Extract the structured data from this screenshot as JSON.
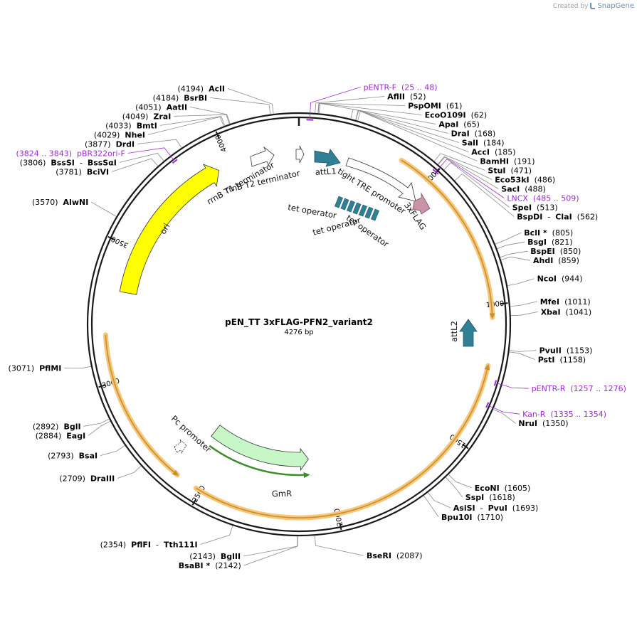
{
  "credit": {
    "prefix": "Created by",
    "brand": "SnapGene"
  },
  "plasmid": {
    "name": "pEN_TT 3xFLAG-PFN2_variant2",
    "length_text": "4276 bp",
    "length": 4276
  },
  "colors": {
    "ring": "#1a1a1a",
    "label": "#000000",
    "primer": "#9d2bd1",
    "leader_line": "#8a8a8a",
    "orange_glow": "#f6c77a",
    "orange_core": "#c98f2e",
    "ori": "#ffff00",
    "attL": "#2f7f95",
    "flag": "#c994a9",
    "tet_operator": "#2f7f95",
    "gmr": "#c7f7c7",
    "gmr_strand": "#3c8c2c"
  },
  "ticks": [
    {
      "label": "500",
      "pos": 500
    },
    {
      "label": "1000",
      "pos": 1000
    },
    {
      "label": "1500",
      "pos": 1500
    },
    {
      "label": "2000",
      "pos": 2000
    },
    {
      "label": "2500",
      "pos": 2500
    },
    {
      "label": "3000",
      "pos": 3000
    },
    {
      "label": "3500",
      "pos": 3500
    },
    {
      "label": "4000",
      "pos": 4000
    }
  ],
  "site_labels": [
    {
      "text": [
        {
          "t": "pENTR-F",
          "b": 1
        },
        {
          "t": "  (25 .. 48)"
        }
      ],
      "type": "primer",
      "pos": 36
    },
    {
      "text": [
        {
          "t": "AflII",
          "b": 1
        },
        {
          "t": "  (52)"
        }
      ],
      "pos": 52
    },
    {
      "text": [
        {
          "t": "PspOMI",
          "b": 1
        },
        {
          "t": "  (61)"
        }
      ],
      "pos": 61
    },
    {
      "text": [
        {
          "t": "EcoO109I",
          "b": 1
        },
        {
          "t": "  (62)"
        }
      ],
      "pos": 62
    },
    {
      "text": [
        {
          "t": "ApaI",
          "b": 1
        },
        {
          "t": "  (65)"
        }
      ],
      "pos": 65
    },
    {
      "text": [
        {
          "t": "DraI",
          "b": 1
        },
        {
          "t": "  (168)"
        }
      ],
      "pos": 168
    },
    {
      "text": [
        {
          "t": "SalI",
          "b": 1
        },
        {
          "t": "  (184)"
        }
      ],
      "pos": 184
    },
    {
      "text": [
        {
          "t": "AccI",
          "b": 1
        },
        {
          "t": "  (185)"
        }
      ],
      "pos": 185
    },
    {
      "text": [
        {
          "t": "BamHI",
          "b": 1
        },
        {
          "t": "  (191)"
        }
      ],
      "pos": 191
    },
    {
      "text": [
        {
          "t": "StuI",
          "b": 1
        },
        {
          "t": "  (471)"
        }
      ],
      "pos": 471
    },
    {
      "text": [
        {
          "t": "LNCX",
          "b": 1
        },
        {
          "t": "  (485 .. 509)"
        }
      ],
      "type": "primer",
      "pos": 497
    },
    {
      "text": [
        {
          "t": "Eco53kI",
          "b": 1
        },
        {
          "t": "  (486)"
        }
      ],
      "pos": 486
    },
    {
      "text": [
        {
          "t": "SacI",
          "b": 1
        },
        {
          "t": "  (488)"
        }
      ],
      "pos": 488
    },
    {
      "text": [
        {
          "t": "SpeI",
          "b": 1
        },
        {
          "t": "  (513)"
        }
      ],
      "pos": 513
    },
    {
      "text": [
        {
          "t": "BspDI",
          "b": 1
        },
        {
          "t": "  -  "
        },
        {
          "t": "ClaI",
          "b": 1
        },
        {
          "t": "  (562)"
        }
      ],
      "pos": 562
    },
    {
      "text": [
        {
          "t": "BclI *",
          "b": 1
        },
        {
          "t": "  (805)"
        }
      ],
      "pos": 805
    },
    {
      "text": [
        {
          "t": "BsgI",
          "b": 1
        },
        {
          "t": "  (821)"
        }
      ],
      "pos": 821
    },
    {
      "text": [
        {
          "t": "BspEI",
          "b": 1
        },
        {
          "t": "  (850)"
        }
      ],
      "pos": 850
    },
    {
      "text": [
        {
          "t": "AhdI",
          "b": 1
        },
        {
          "t": "  (859)"
        }
      ],
      "pos": 859
    },
    {
      "text": [
        {
          "t": "NcoI",
          "b": 1
        },
        {
          "t": "  (944)"
        }
      ],
      "pos": 944
    },
    {
      "text": [
        {
          "t": "MfeI",
          "b": 1
        },
        {
          "t": "  (1011)"
        }
      ],
      "pos": 1011
    },
    {
      "text": [
        {
          "t": "XbaI",
          "b": 1
        },
        {
          "t": "  (1041)"
        }
      ],
      "pos": 1041
    },
    {
      "text": [
        {
          "t": "PvuII",
          "b": 1
        },
        {
          "t": "  (1153)"
        }
      ],
      "pos": 1153
    },
    {
      "text": [
        {
          "t": "PstI",
          "b": 1
        },
        {
          "t": "  (1158)"
        }
      ],
      "pos": 1158
    },
    {
      "text": [
        {
          "t": "pENTR-R",
          "b": 1
        },
        {
          "t": "  (1257 .. 1276)"
        }
      ],
      "type": "primer",
      "pos": 1266
    },
    {
      "text": [
        {
          "t": "NruI",
          "b": 1
        },
        {
          "t": "  (1350)"
        }
      ],
      "pos": 1350
    },
    {
      "text": [
        {
          "t": "Kan-R",
          "b": 1
        },
        {
          "t": "  (1335 .. 1354)"
        }
      ],
      "type": "primer",
      "pos": 1345
    },
    {
      "text": [
        {
          "t": "EcoNI",
          "b": 1
        },
        {
          "t": "  (1605)"
        }
      ],
      "pos": 1605
    },
    {
      "text": [
        {
          "t": "SspI",
          "b": 1
        },
        {
          "t": "  (1618)"
        }
      ],
      "pos": 1618
    },
    {
      "text": [
        {
          "t": "AsiSI",
          "b": 1
        },
        {
          "t": "  -  "
        },
        {
          "t": "PvuI",
          "b": 1
        },
        {
          "t": "  (1693)"
        }
      ],
      "pos": 1693
    },
    {
      "text": [
        {
          "t": "Bpu10I",
          "b": 1
        },
        {
          "t": "  (1710)"
        }
      ],
      "pos": 1710
    },
    {
      "text": [
        {
          "t": "BseRI",
          "b": 1
        },
        {
          "t": "  (2087)"
        }
      ],
      "pos": 2087
    },
    {
      "text": [
        {
          "t": "BsaBI *",
          "b": 1
        },
        {
          "t": "  (2142)"
        }
      ],
      "pos": 2142
    },
    {
      "text": [
        {
          "t": "(2143)  "
        },
        {
          "t": "BglII",
          "b": 1
        }
      ],
      "pos": 2143
    },
    {
      "text": [
        {
          "t": "(2354)  "
        },
        {
          "t": "PflFI",
          "b": 1
        },
        {
          "t": "  -  "
        },
        {
          "t": "Tth111I",
          "b": 1
        }
      ],
      "pos": 2354
    },
    {
      "text": [
        {
          "t": "(2709)  "
        },
        {
          "t": "DraIII",
          "b": 1
        }
      ],
      "pos": 2709
    },
    {
      "text": [
        {
          "t": "(2793)  "
        },
        {
          "t": "BsaI",
          "b": 1
        }
      ],
      "pos": 2793
    },
    {
      "text": [
        {
          "t": "(2884)  "
        },
        {
          "t": "EagI",
          "b": 1
        }
      ],
      "pos": 2884
    },
    {
      "text": [
        {
          "t": "(2892)  "
        },
        {
          "t": "BglI",
          "b": 1
        }
      ],
      "pos": 2892
    },
    {
      "text": [
        {
          "t": "(3071)  "
        },
        {
          "t": "PflMI",
          "b": 1
        }
      ],
      "pos": 3071
    },
    {
      "text": [
        {
          "t": "(3570)  "
        },
        {
          "t": "AlwNI",
          "b": 1
        }
      ],
      "pos": 3570
    },
    {
      "text": [
        {
          "t": "(3781)  "
        },
        {
          "t": "BciVI",
          "b": 1
        }
      ],
      "pos": 3781
    },
    {
      "text": [
        {
          "t": "(3806)  "
        },
        {
          "t": "BssSI",
          "b": 1
        },
        {
          "t": "  -  "
        },
        {
          "t": "BssSαI",
          "b": 1
        }
      ],
      "pos": 3806
    },
    {
      "text": [
        {
          "t": "(3824 .. 3843)  "
        },
        {
          "t": "pBR322ori-F",
          "b": 1
        }
      ],
      "type": "primer",
      "pos": 3833
    },
    {
      "text": [
        {
          "t": "(3877)  "
        },
        {
          "t": "DrdI",
          "b": 1
        }
      ],
      "pos": 3877
    },
    {
      "text": [
        {
          "t": "(4029)  "
        },
        {
          "t": "NheI",
          "b": 1
        }
      ],
      "pos": 4029
    },
    {
      "text": [
        {
          "t": "(4033)  "
        },
        {
          "t": "BmtI",
          "b": 1
        }
      ],
      "pos": 4033
    },
    {
      "text": [
        {
          "t": "(4049)  "
        },
        {
          "t": "ZraI",
          "b": 1
        }
      ],
      "pos": 4049
    },
    {
      "text": [
        {
          "t": "(4051)  "
        },
        {
          "t": "AatII",
          "b": 1
        }
      ],
      "pos": 4051
    },
    {
      "text": [
        {
          "t": "(4184)  "
        },
        {
          "t": "BsrBI",
          "b": 1
        }
      ],
      "pos": 4184
    },
    {
      "text": [
        {
          "t": "(4194)  "
        },
        {
          "t": "AclI",
          "b": 1
        }
      ],
      "pos": 4194
    }
  ],
  "primer_marks": [
    {
      "name": "pENTR-F",
      "start": 25,
      "end": 48
    },
    {
      "name": "LNCX",
      "start": 485,
      "end": 509
    },
    {
      "name": "pENTR-R",
      "start": 1257,
      "end": 1276
    },
    {
      "name": "Kan-R",
      "start": 1335,
      "end": 1354
    },
    {
      "name": "pBR322ori-F",
      "start": 3824,
      "end": 3843
    }
  ],
  "orange_arcs": [
    {
      "start": 380,
      "end": 1045,
      "direction": "cw"
    },
    {
      "start": 1215,
      "end": 2520,
      "direction": "ccw"
    },
    {
      "start": 2600,
      "end": 3170,
      "direction": "ccw"
    }
  ],
  "features": [
    {
      "name": "ori",
      "type": "ori",
      "start": 3330,
      "end": 3950,
      "direction": "cw"
    },
    {
      "name": "rrnB T1 terminator",
      "type": "terminator"
    },
    {
      "name": "rrnB T2 terminator",
      "type": "terminator"
    },
    {
      "name": "attL1",
      "type": "attL"
    },
    {
      "name": "tight TRE promoter",
      "type": "promoter"
    },
    {
      "name": "3xFLAG",
      "type": "tag"
    },
    {
      "name": "tet operator",
      "type": "operator"
    },
    {
      "name": "tet operator",
      "type": "operator"
    },
    {
      "name": "tet operator",
      "type": "operator"
    },
    {
      "name": "attL2",
      "type": "attL"
    },
    {
      "name": "GmR",
      "type": "cds",
      "start": 2090,
      "end": 2590,
      "direction": "cw"
    },
    {
      "name": "Pc promoter",
      "type": "promoter"
    }
  ]
}
